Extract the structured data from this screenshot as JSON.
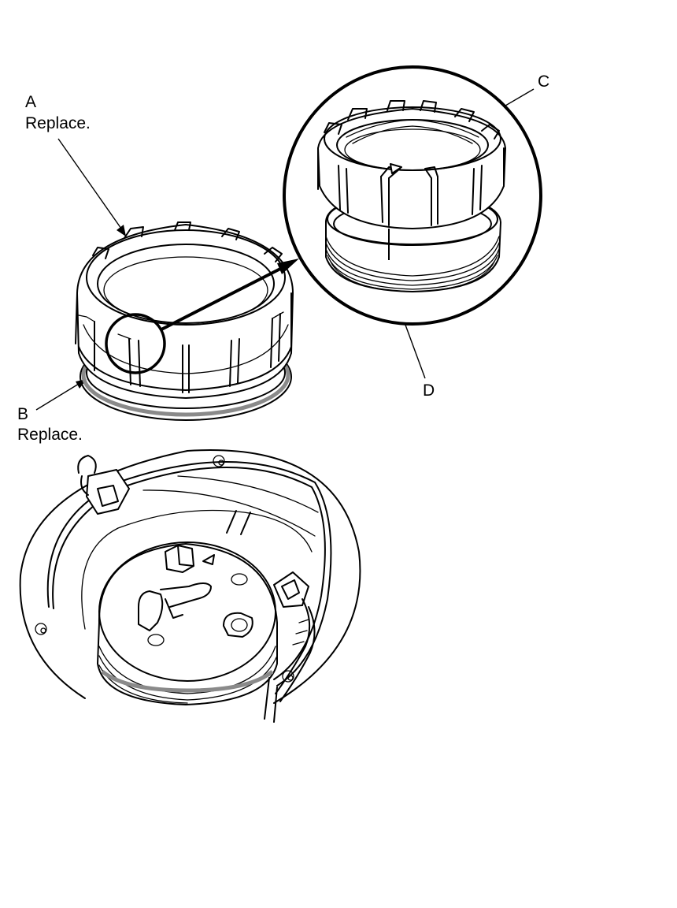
{
  "callouts": {
    "a": {
      "letter": "A",
      "note": "Replace."
    },
    "b": {
      "letter": "B",
      "note": "Replace."
    },
    "c": {
      "letter": "C"
    },
    "d": {
      "letter": "D"
    }
  },
  "icons": {
    "lock_ring": "lock-ring-icon",
    "o_ring": "o-ring-icon",
    "fuel_pump_flange": "fuel-pump-flange-icon",
    "connector": "electrical-connector-icon",
    "detail_magnifier": "detail-magnifier-icon"
  }
}
